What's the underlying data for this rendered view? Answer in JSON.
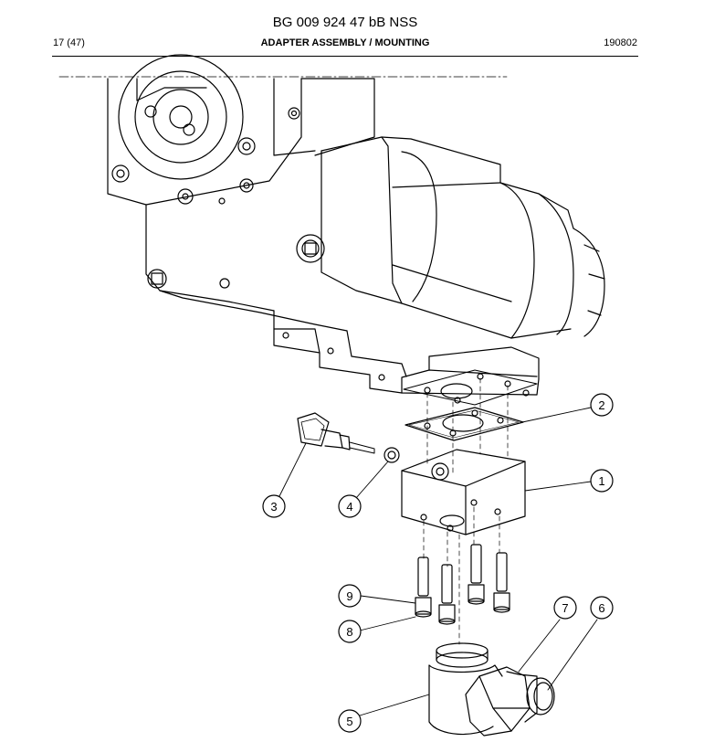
{
  "header": {
    "doc_title": "BG 009 924 47 bB NSS",
    "page": "17 (47)",
    "section_title": "ADAPTER ASSEMBLY / MOUNTING",
    "date": "190802"
  },
  "callouts": [
    {
      "id": "callout-1",
      "label": "1",
      "part": "adapter-block"
    },
    {
      "id": "callout-2",
      "label": "2",
      "part": "gasket"
    },
    {
      "id": "callout-3",
      "label": "3",
      "part": "sensor"
    },
    {
      "id": "callout-4",
      "label": "4",
      "part": "washer"
    },
    {
      "id": "callout-5",
      "label": "5",
      "part": "elbow-fitting"
    },
    {
      "id": "callout-6",
      "label": "6",
      "part": "fitting-cap"
    },
    {
      "id": "callout-7",
      "label": "7",
      "part": "fitting-nut"
    },
    {
      "id": "callout-8",
      "label": "8",
      "part": "screw"
    },
    {
      "id": "callout-9",
      "label": "9",
      "part": "screw-washer"
    }
  ]
}
